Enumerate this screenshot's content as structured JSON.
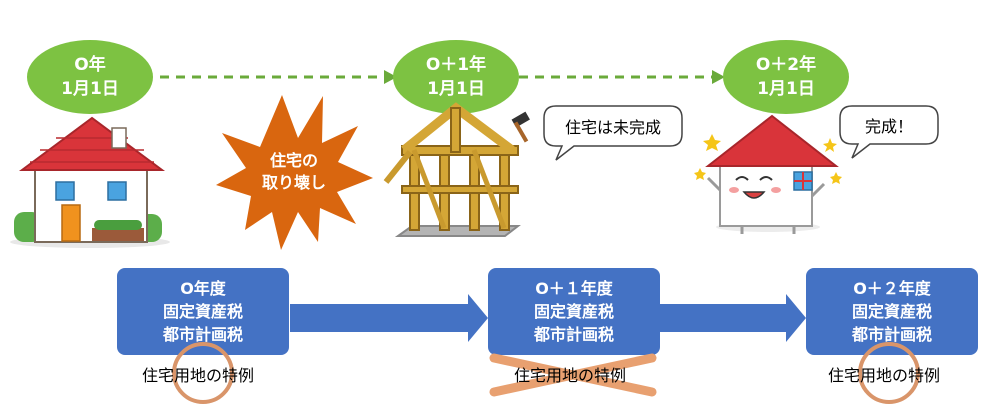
{
  "colors": {
    "date_green": "#7dc242",
    "dash_green": "#6aaa3a",
    "box_blue": "#4472c4",
    "arrow_blue": "#4472c4",
    "blast_orange": "#d9660f",
    "circle_orange": "#d9956a",
    "cross_orange": "#e8a070"
  },
  "dates": [
    {
      "line1": "O年",
      "line2": "1月1日"
    },
    {
      "line1": "O＋1年",
      "line2": "1月1日"
    },
    {
      "line1": "O＋2年",
      "line2": "1月1日"
    }
  ],
  "bubbles": {
    "incomplete": "住宅は未完成",
    "complete": "完成！"
  },
  "demolition": {
    "line1": "住宅の",
    "line2": "取り壊し"
  },
  "tax_boxes": [
    {
      "year": "O年度",
      "tax1": "固定資産税",
      "tax2": "都市計画税"
    },
    {
      "year": "O＋１年度",
      "tax1": "固定資産税",
      "tax2": "都市計画税"
    },
    {
      "year": "O＋２年度",
      "tax1": "固定資産税",
      "tax2": "都市計画税"
    }
  ],
  "special_labels": [
    {
      "text": "住宅用地の特例",
      "status": "applied"
    },
    {
      "text": "住宅用地の特例",
      "status": "not-applied"
    },
    {
      "text": "住宅用地の特例",
      "status": "applied"
    }
  ]
}
